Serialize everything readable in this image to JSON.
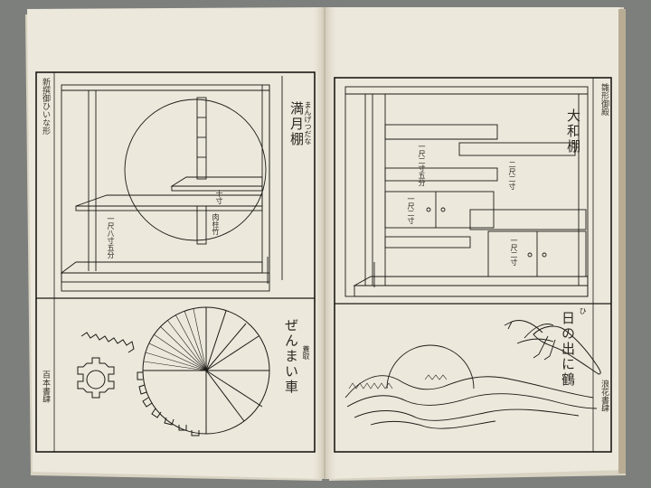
{
  "left_page": {
    "top_title": "満月棚",
    "top_title_reading": "まんげつだな",
    "notes": [
      {
        "text": "一尺八寸五分",
        "name": "dimension-note-shelf"
      },
      {
        "text": "十寸",
        "name": "dimension-note-small"
      },
      {
        "text": "肉柱竹",
        "name": "dimension-note-pillar"
      }
    ],
    "bottom_title": "ぜんまい車",
    "bottom_title_alt": "蓋取",
    "margin_text": "新撰御ひいな形",
    "margin_bottom": "百本書肆"
  },
  "right_page": {
    "top_title": "大和棚",
    "notes": [
      {
        "text": "一尺二寸五分",
        "name": "dimension-note-upper"
      },
      {
        "text": "二尺二寸",
        "name": "dimension-note-middle"
      },
      {
        "text": "一尺二寸",
        "name": "dimension-note-cabinet"
      },
      {
        "text": "一尺二寸",
        "name": "dimension-note-lower"
      }
    ],
    "bottom_title": "日の出に鶴",
    "bottom_title_reading": "ひ",
    "margin_text": "雛形御殿",
    "margin_bottom": "浪花書肆"
  }
}
